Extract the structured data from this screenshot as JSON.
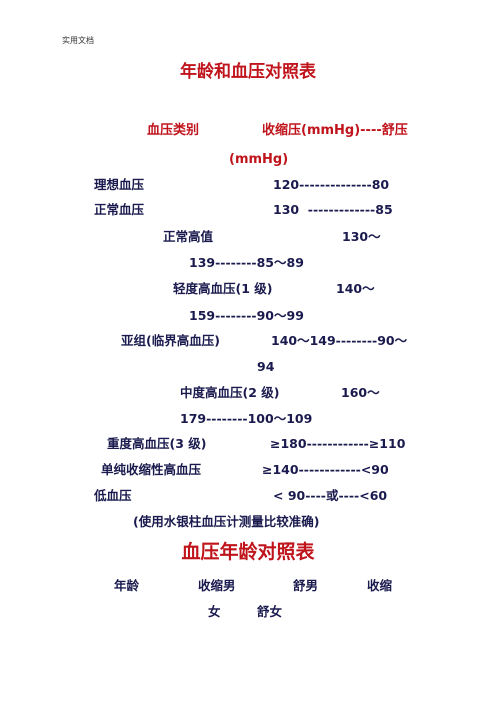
{
  "header": {
    "label": "实用文档"
  },
  "title1": "年龄和血压对照表",
  "categories": {
    "label": "血压类别",
    "systolic": "收缩压(mmHg)----舒压",
    "unit": "(mmHg)"
  },
  "rows": {
    "r1": {
      "label": "理想血压",
      "value": "120--------------80"
    },
    "r2": {
      "label": "正常血压",
      "value": "130  -------------85"
    },
    "r3": {
      "label": "正常高值",
      "value": "130～"
    },
    "r3b": "139--------85～89",
    "r4": {
      "label": "轻度高血压(1 级)",
      "value": "140～"
    },
    "r4b": "159--------90～99",
    "r5": {
      "label": "亚组(临界高血压)",
      "value": "140～149--------90～"
    },
    "r5b": "94",
    "r6": {
      "label": "中度高血压(2 级)",
      "value": "160～"
    },
    "r6b": "179--------100～109",
    "r7": {
      "label": "重度高血压(3 级)",
      "value": "≥180------------≥110"
    },
    "r8": {
      "label": "单纯收缩性高血压",
      "value": "≥140------------<90"
    },
    "r9": {
      "label": "低血压",
      "value": "< 90----或----<60"
    }
  },
  "note": "(使用水银柱血压计测量比较准确)",
  "title2": "血压年龄对照表",
  "table2": {
    "col1": "年龄",
    "col2": "收缩男",
    "col3": "舒男",
    "col4": "收缩",
    "col4b": "女",
    "col5": "舒女"
  }
}
